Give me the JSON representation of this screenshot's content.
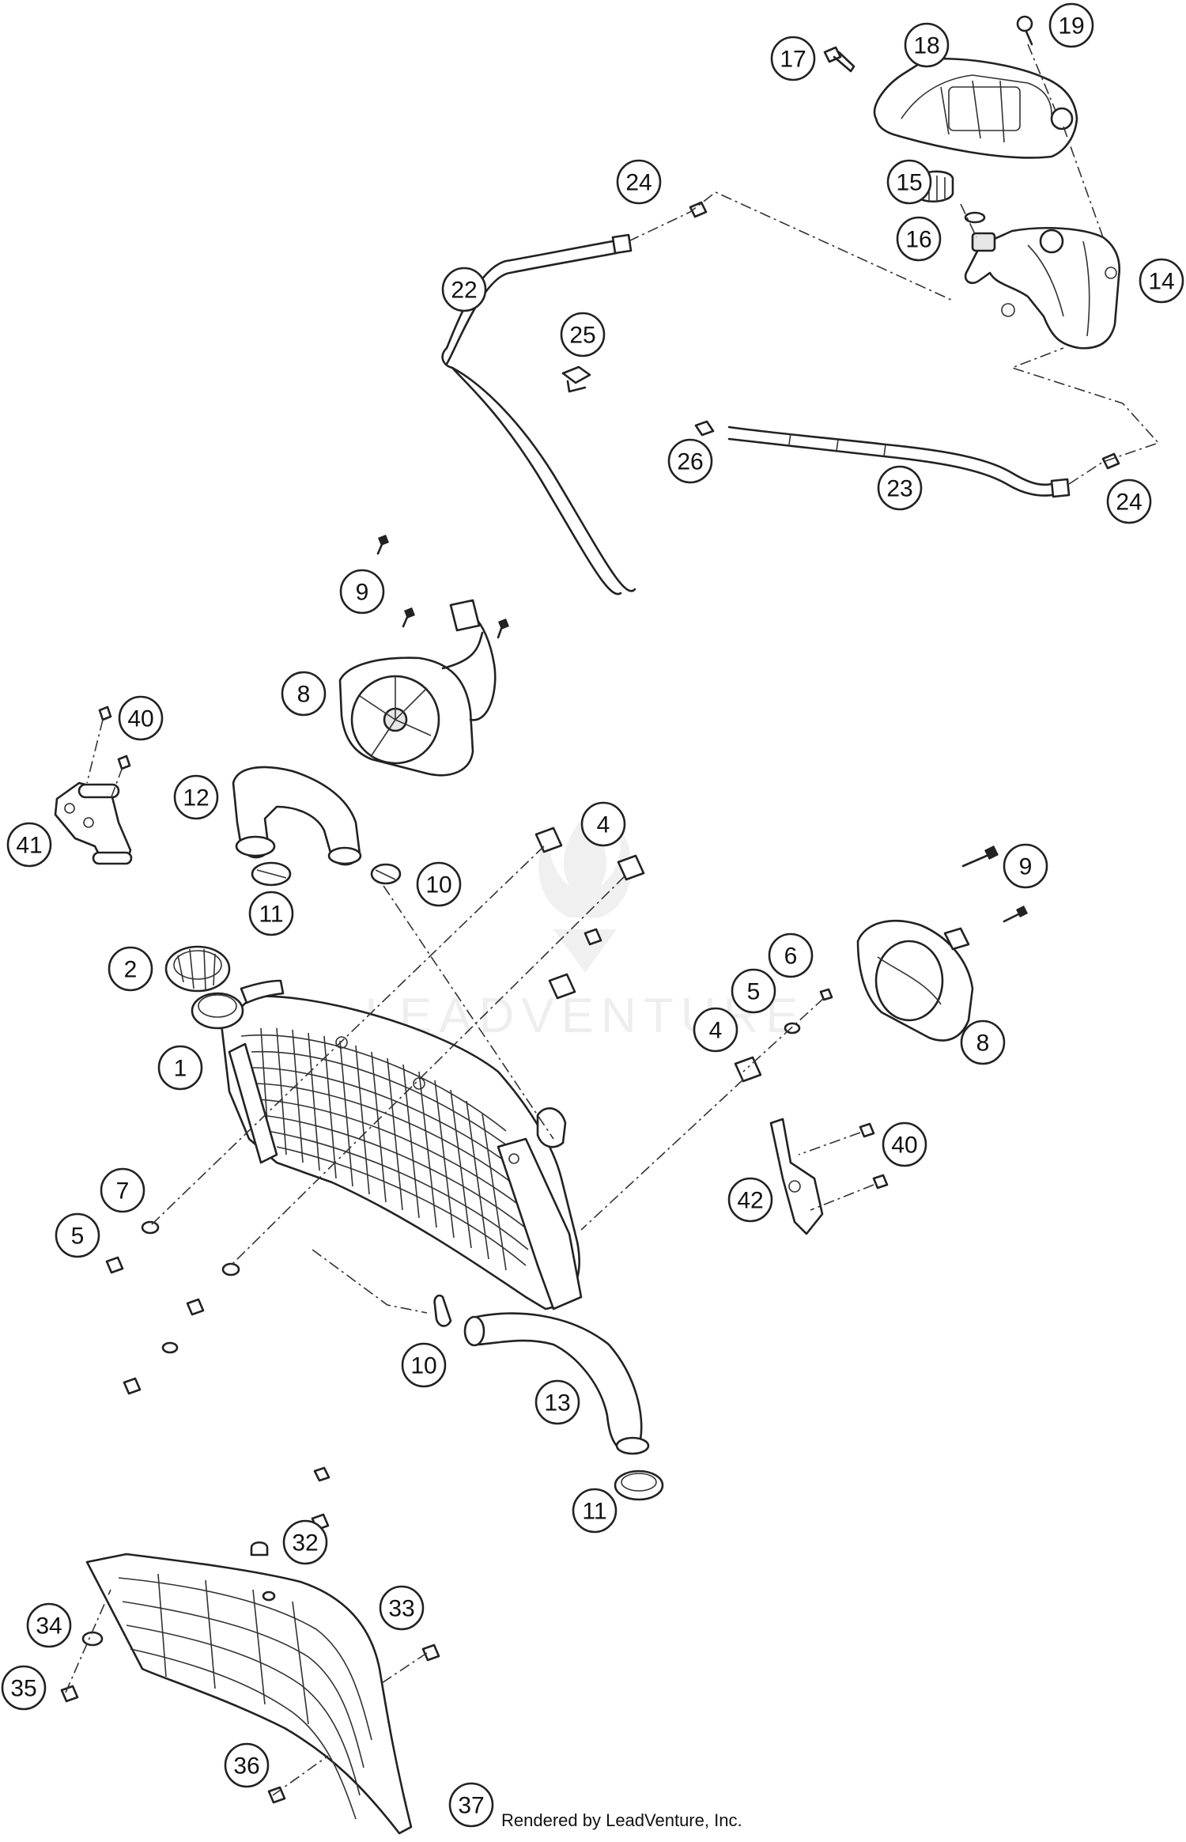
{
  "watermark": {
    "text": "LEADVENTURE"
  },
  "credit": {
    "text": "Rendered by LeadVenture, Inc."
  },
  "colors": {
    "line": "#222222",
    "background": "#ffffff",
    "watermark": "#eeeeee"
  },
  "callouts": [
    {
      "id": "c1",
      "label": "1"
    },
    {
      "id": "c2",
      "label": "2"
    },
    {
      "id": "c4a",
      "label": "4"
    },
    {
      "id": "c4b",
      "label": "4"
    },
    {
      "id": "c5a",
      "label": "5"
    },
    {
      "id": "c5b",
      "label": "5"
    },
    {
      "id": "c6",
      "label": "6"
    },
    {
      "id": "c7",
      "label": "7"
    },
    {
      "id": "c8a",
      "label": "8"
    },
    {
      "id": "c8b",
      "label": "8"
    },
    {
      "id": "c9a",
      "label": "9"
    },
    {
      "id": "c9b",
      "label": "9"
    },
    {
      "id": "c10a",
      "label": "10"
    },
    {
      "id": "c10b",
      "label": "10"
    },
    {
      "id": "c11a",
      "label": "11"
    },
    {
      "id": "c11b",
      "label": "11"
    },
    {
      "id": "c12",
      "label": "12"
    },
    {
      "id": "c13",
      "label": "13"
    },
    {
      "id": "c14",
      "label": "14"
    },
    {
      "id": "c15",
      "label": "15"
    },
    {
      "id": "c16",
      "label": "16"
    },
    {
      "id": "c17",
      "label": "17"
    },
    {
      "id": "c18",
      "label": "18"
    },
    {
      "id": "c19",
      "label": "19"
    },
    {
      "id": "c22",
      "label": "22"
    },
    {
      "id": "c23",
      "label": "23"
    },
    {
      "id": "c24a",
      "label": "24"
    },
    {
      "id": "c24b",
      "label": "24"
    },
    {
      "id": "c25",
      "label": "25"
    },
    {
      "id": "c26",
      "label": "26"
    },
    {
      "id": "c32",
      "label": "32"
    },
    {
      "id": "c33",
      "label": "33"
    },
    {
      "id": "c34",
      "label": "34"
    },
    {
      "id": "c35",
      "label": "35"
    },
    {
      "id": "c36",
      "label": "36"
    },
    {
      "id": "c37",
      "label": "37"
    },
    {
      "id": "c40a",
      "label": "40"
    },
    {
      "id": "c40b",
      "label": "40"
    },
    {
      "id": "c41",
      "label": "41"
    },
    {
      "id": "c42",
      "label": "42"
    }
  ]
}
